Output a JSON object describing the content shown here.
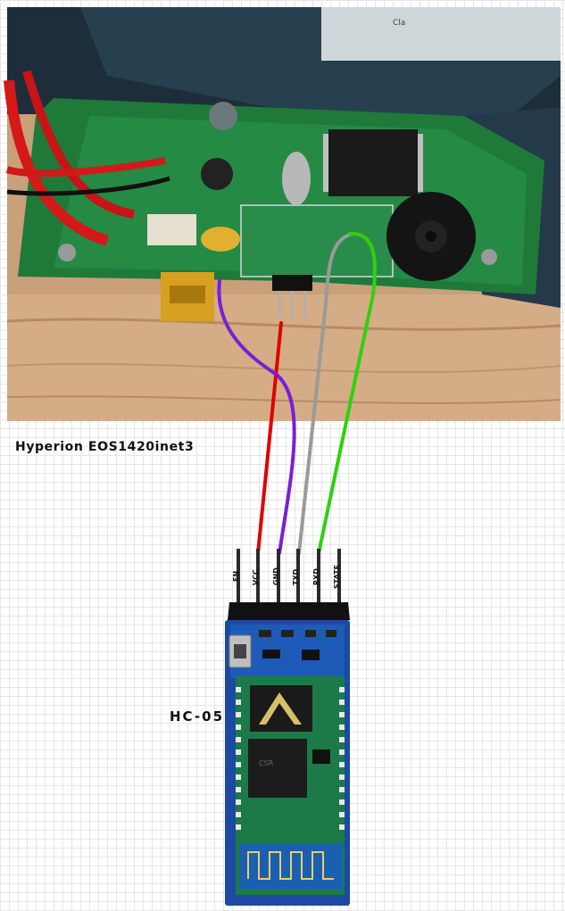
{
  "diagram": {
    "controller_label": "Hyperion EOS1420inet3",
    "module_label": "HC-05",
    "pins": [
      {
        "label": "EN"
      },
      {
        "label": "VCC",
        "wire_color": "#e00000"
      },
      {
        "label": "GND",
        "wire_color": "#7a1fd6"
      },
      {
        "label": "TXD",
        "wire_color": "#9a9a9a"
      },
      {
        "label": "RXD",
        "wire_color": "#30d010"
      },
      {
        "label": "STATE"
      }
    ]
  }
}
